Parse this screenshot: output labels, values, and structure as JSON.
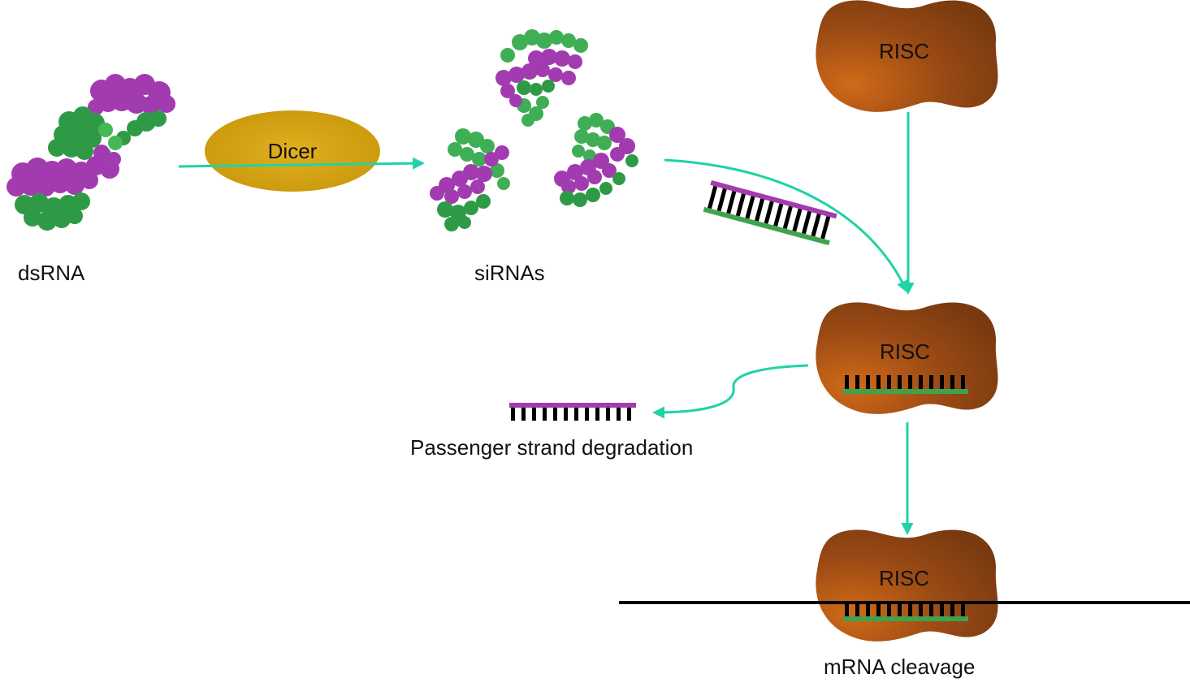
{
  "labels": {
    "dsrna": "dsRNA",
    "dicer": "Dicer",
    "sirnas": "siRNAs",
    "risc_top": "RISC",
    "risc_middle": "RISC",
    "risc_bottom": "RISC",
    "passenger": "Passenger strand degradation",
    "cleavage": "mRNA cleavage"
  },
  "colors": {
    "arrow": "#1fd3a6",
    "purple": "#a23bb0",
    "green": "#3fa34d",
    "dicer": "#d4a20a",
    "risc": "#8c4313",
    "mrna": "#000000"
  }
}
